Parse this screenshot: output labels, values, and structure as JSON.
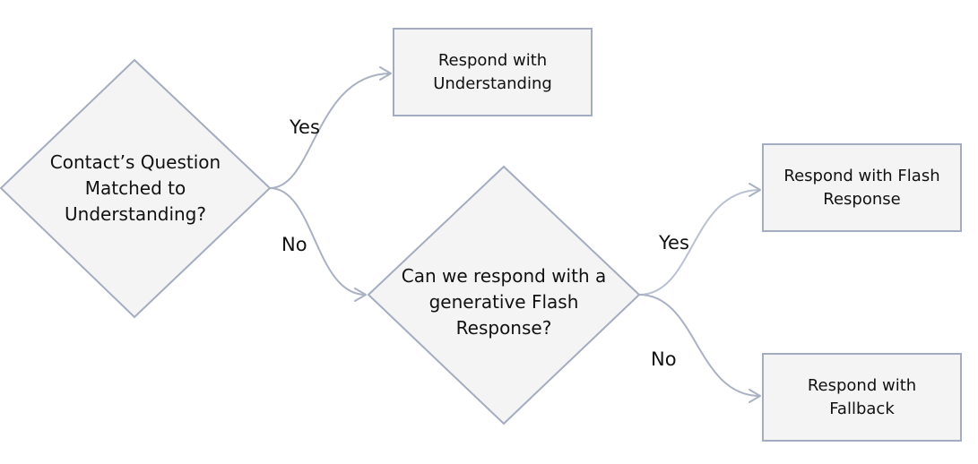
{
  "diagram": {
    "nodes": {
      "q1": {
        "text": "Contact’s Question\nMatched to\nUnderstanding?"
      },
      "understanding": {
        "text": "Respond with\nUnderstanding"
      },
      "q2": {
        "text": "Can we respond with a\ngenerative Flash\nResponse?"
      },
      "flash": {
        "text": "Respond with Flash\nResponse"
      },
      "fallback": {
        "text": "Respond with\nFallback"
      }
    },
    "edges": {
      "q1_yes": {
        "label": "Yes"
      },
      "q1_no": {
        "label": "No"
      },
      "q2_yes": {
        "label": "Yes"
      },
      "q2_no": {
        "label": "No"
      }
    },
    "colors": {
      "fill": "#f4f4f4",
      "stroke": "#a4acbf",
      "connector": "#a9b1c3",
      "text": "#111111"
    }
  }
}
